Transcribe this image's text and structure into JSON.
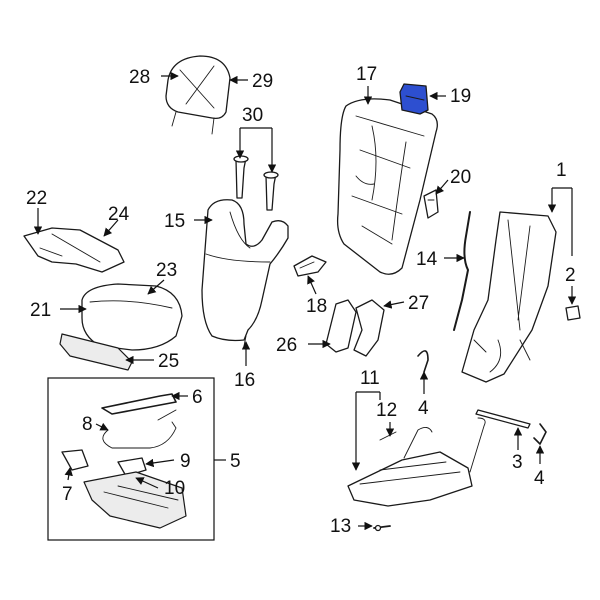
{
  "diagram": {
    "highlight_color": "#2d4fd0",
    "callouts": {
      "c1": "1",
      "c2": "2",
      "c3": "3",
      "c4a": "4",
      "c4b": "4",
      "c5": "5",
      "c6": "6",
      "c7": "7",
      "c8": "8",
      "c9": "9",
      "c10": "10",
      "c11": "11",
      "c12": "12",
      "c13": "13",
      "c14": "14",
      "c15": "15",
      "c16": "16",
      "c17": "17",
      "c18": "18",
      "c19": "19",
      "c20": "20",
      "c21": "21",
      "c22": "22",
      "c23": "23",
      "c24": "24",
      "c25": "25",
      "c26": "26",
      "c27": "27",
      "c28": "28",
      "c29": "29",
      "c30": "30"
    }
  }
}
